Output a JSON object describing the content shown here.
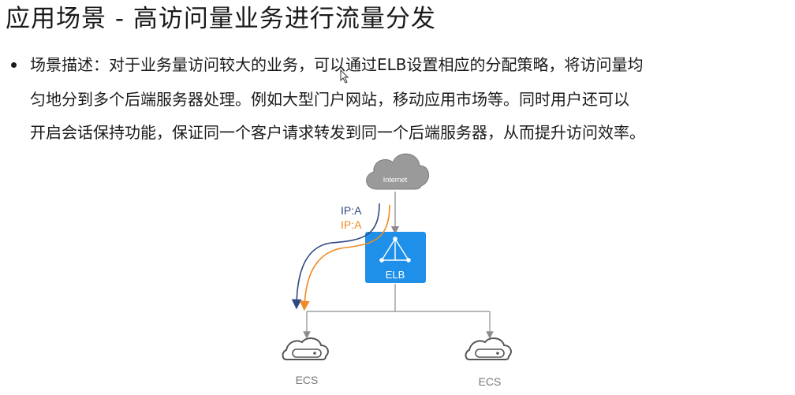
{
  "slide": {
    "title": "应用场景 - 高访问量业务进行流量分发",
    "bullet_lines": [
      "场景描述：对于业务量访问较大的业务，可以通过ELB设置相应的分配策略，将访问量均",
      "匀地分到多个后端服务器处理。例如大型门户网站，移动应用市场等。同时用户还可以",
      "开启会话保持功能，保证同一个客户请求转发到同一个后端服务器，从而提升访问效率。"
    ]
  },
  "diagram": {
    "internet_label": "Internet",
    "elb_label": "ELB",
    "ip_labels": [
      "IP:A",
      "IP:A"
    ],
    "ecs_labels": [
      "ECS",
      "ECS"
    ],
    "colors": {
      "elb_blue": "#1e90ea",
      "path_dark": "#2f4a80",
      "path_orange": "#f08a24",
      "line_gray": "#8c8c8c",
      "cloud_gray": "#9a9a9a"
    }
  },
  "icons": [
    "bullet-icon",
    "cloud-icon",
    "load-balancer-icon",
    "server-icon",
    "mouse-pointer-icon"
  ]
}
